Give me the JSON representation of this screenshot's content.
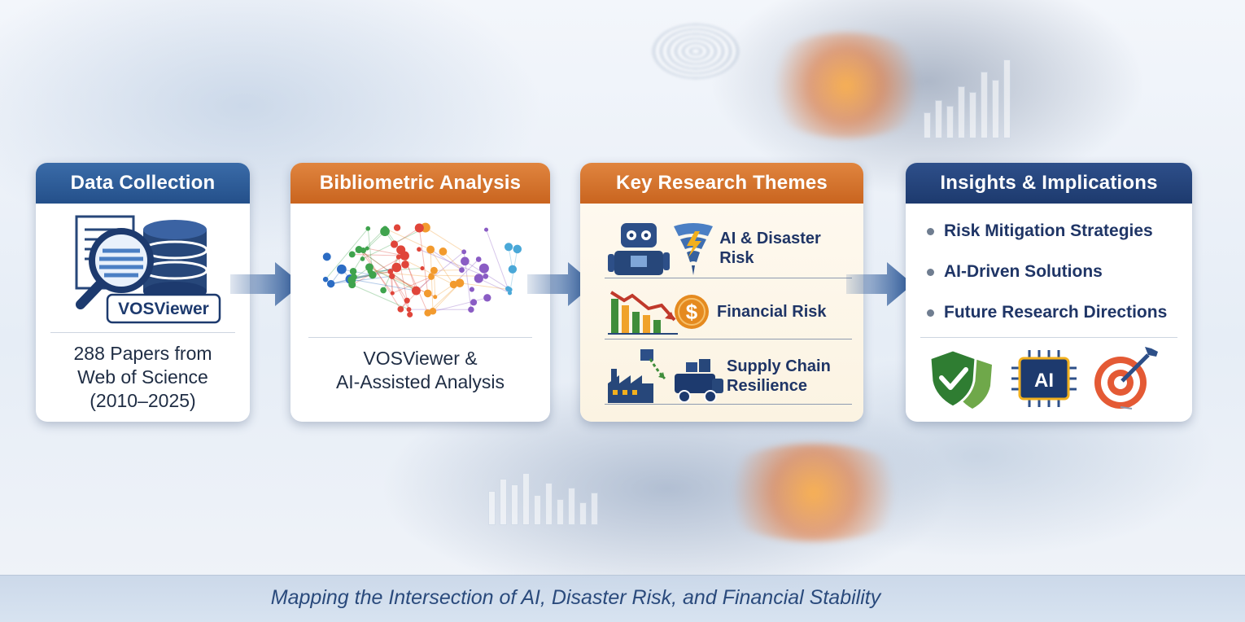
{
  "stages": [
    {
      "title": "Data Collection",
      "logo_text": "VOSViewer",
      "caption_lines": [
        "288 Papers from",
        "Web of Science",
        "(2010–2025)"
      ],
      "icons": [
        "document-icon",
        "magnifier-icon",
        "database-icon"
      ]
    },
    {
      "title": "Bibliometric Analysis",
      "caption_lines": [
        "VOSViewer &",
        "AI-Assisted Analysis"
      ],
      "icons": [
        "network-graph-icon"
      ]
    },
    {
      "title": "Key Research Themes",
      "themes": [
        {
          "label_lines": [
            "AI & Disaster Risk"
          ],
          "icons": [
            "robot-icon",
            "tornado-icon"
          ]
        },
        {
          "label_lines": [
            "Financial Risk"
          ],
          "icons": [
            "falling-bars-icon",
            "dollar-coin-icon"
          ]
        },
        {
          "label_lines": [
            "Supply Chain",
            "Resilience"
          ],
          "icons": [
            "factory-icon",
            "truck-icon"
          ]
        }
      ]
    },
    {
      "title": "Insights & Implications",
      "bullets": [
        "Risk Mitigation Strategies",
        "AI-Driven Solutions",
        "Future Research Directions"
      ],
      "icons": [
        "shield-check-icon",
        "ai-chip-icon",
        "target-icon"
      ],
      "chip_text": "AI"
    }
  ],
  "footer": "Mapping the Intersection of AI, Disaster Risk, and Financial Stability",
  "colors": {
    "blue_header": "#24508a",
    "navy_header": "#1d3a6e",
    "orange_header": "#c9641f",
    "arrow": "#2f5b9a",
    "text_dark": "#1f3566",
    "logo_green": "#5aa02c"
  }
}
